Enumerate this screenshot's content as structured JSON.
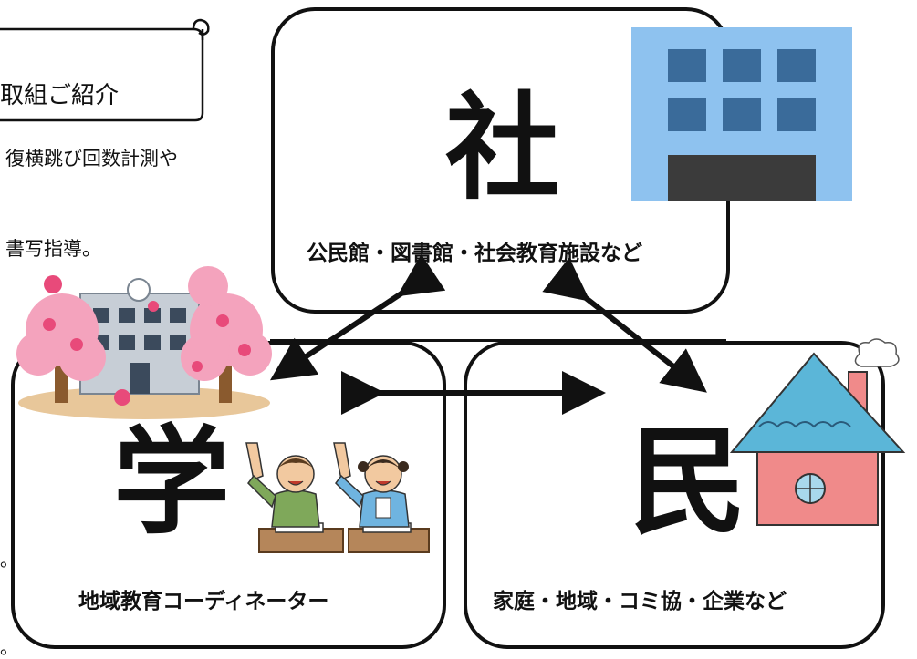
{
  "banner": {
    "title": "取組ご紹介"
  },
  "intro_lines": [
    "復横跳び回数計測や",
    "書写指導。"
  ],
  "boxes": {
    "sha": {
      "char": "社",
      "caption": "公民館・図書館・社会教育施設など"
    },
    "gaku": {
      "char": "学",
      "caption": "地域教育コーディネーター"
    },
    "min": {
      "char": "民",
      "caption": "家庭・地域・コミ協・企業など"
    }
  },
  "stray_marks": [
    "。",
    "。"
  ],
  "colors": {
    "line": "#111111",
    "building_sky": "#8ec2ef",
    "building_window": "#3a6b9a",
    "building_door": "#3b3b3b",
    "blossom": "#f4a3bd",
    "house_roof": "#5bb6d8",
    "house_wall": "#f08a8a"
  },
  "icons": [
    "office-building-icon",
    "school-blossom-icon",
    "students-raising-hands-icon",
    "house-icon"
  ]
}
